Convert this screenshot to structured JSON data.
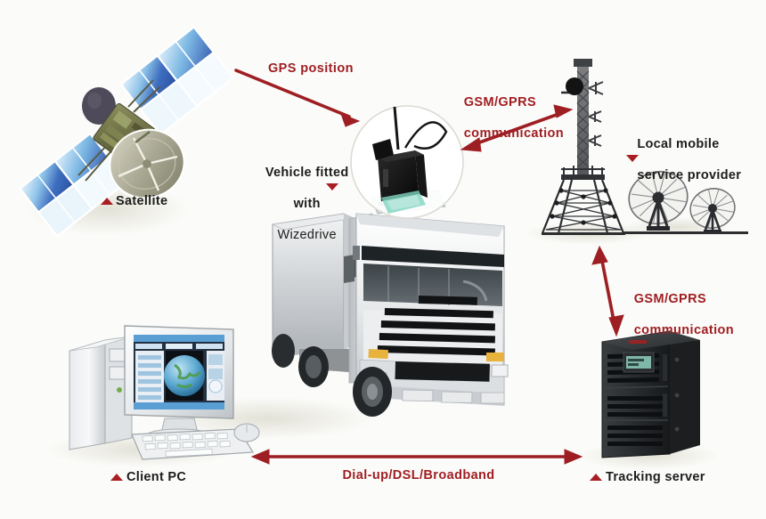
{
  "diagram": {
    "title": "GPS vehicle tracking system overview",
    "background_color": "#fbfbf9",
    "accent_red": "#a01e22",
    "label_black": "#1d1d1b"
  },
  "labels": {
    "gps_position": "GPS position",
    "gsm_top_line1": "GSM/GPRS",
    "gsm_top_line2": "communication",
    "gsm_bottom_line1": "GSM/GPRS",
    "gsm_bottom_line2": "communication",
    "local_provider_line1": "Local mobile",
    "local_provider_line2": "service provider",
    "vehicle_line1": "Vehicle fitted",
    "vehicle_line2": "with",
    "vehicle_line3": "Wizedrive",
    "satellite": "Satellite",
    "client_pc": "Client PC",
    "tracking_server": "Tracking server",
    "dialup": "Dial-up/DSL/Broadband"
  },
  "nodes": [
    {
      "id": "satellite",
      "label": "Satellite",
      "marker": "triangle-up"
    },
    {
      "id": "vehicle",
      "label": "Vehicle fitted with Wizedrive",
      "marker": "triangle-down"
    },
    {
      "id": "tower",
      "label": "Local mobile service provider",
      "marker": "triangle-down"
    },
    {
      "id": "client-pc",
      "label": "Client PC",
      "marker": "triangle-up"
    },
    {
      "id": "tracking-server",
      "label": "Tracking server",
      "marker": "triangle-up"
    }
  ],
  "connections": [
    {
      "id": "satellite-to-vehicle",
      "label": "GPS position",
      "arrow": "single",
      "from": "satellite",
      "to": "vehicle"
    },
    {
      "id": "vehicle-to-tower",
      "label": "GSM/GPRS communication",
      "arrow": "double",
      "from": "vehicle",
      "to": "tower"
    },
    {
      "id": "tower-to-server",
      "label": "GSM/GPRS communication",
      "arrow": "double",
      "from": "tower",
      "to": "tracking-server"
    },
    {
      "id": "server-to-pc",
      "label": "Dial-up/DSL/Broadband",
      "arrow": "double",
      "from": "tracking-server",
      "to": "client-pc"
    }
  ]
}
